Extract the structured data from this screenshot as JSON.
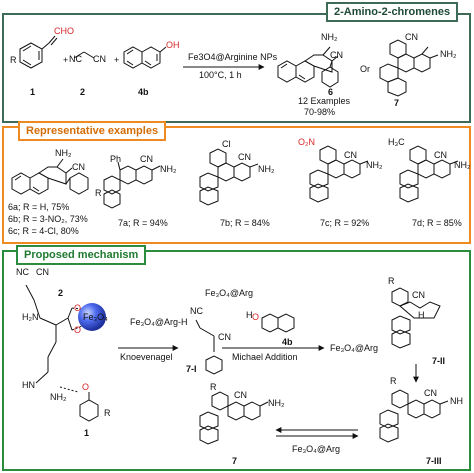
{
  "reaction": {
    "title": "2-Amino-2-chromenes",
    "compound_1": "1",
    "compound_2": "2",
    "compound_4b": "4b",
    "catalyst": "Fe3O4@Arginine NPs",
    "conditions": "100°C, 1 h",
    "product_6": "6",
    "or_text": "Or",
    "product_7": "7",
    "examples": "12 Examples",
    "yield_range": "70-98%",
    "r_label": "R"
  },
  "examples_panel": {
    "title": "Representative examples",
    "row6a": "6a; R = H, 75%",
    "row6b": "6b; R = 3-NO₂, 73%",
    "row6c": "6c; R = 4-Cl, 80%",
    "ex7a": "7a; R = 94%",
    "ex7b": "7b; R = 84%",
    "ex7c": "7c; R = 92%",
    "ex7d": "7d; R = 85%",
    "ph": "Ph",
    "cl": "Cl",
    "no2": "O₂N",
    "ch3": "H₃C"
  },
  "mechanism_panel": {
    "title": "Proposed mechanism",
    "fe3o4": "Fe₃O₄",
    "fe_arg": "Fe₃O₄@Arg",
    "fe_arg_h": "Fe₃O₄@Arg-H",
    "knoevenagel": "Knoevenagel",
    "michael": "Michael Addition",
    "int_7I": "7-I",
    "int_7II": "7-II",
    "int_7III": "7-III",
    "label_4b": "4b",
    "label_1": "1",
    "label_2": "2",
    "label_7": "7",
    "hn": "H₂N",
    "nh": "HN",
    "nh2": "NH₂",
    "cn": "CN",
    "nc": "NC",
    "o": "O",
    "oh": "OH",
    "h": "H",
    "nh_imine": "NH"
  },
  "colors": {
    "top_border": "#3e6b57",
    "examples_border": "#ee8a22",
    "mechanism_border": "#2a8c3c",
    "fe3o4_sphere": "#3d5bd8",
    "heteroatom": "#d8262b"
  }
}
